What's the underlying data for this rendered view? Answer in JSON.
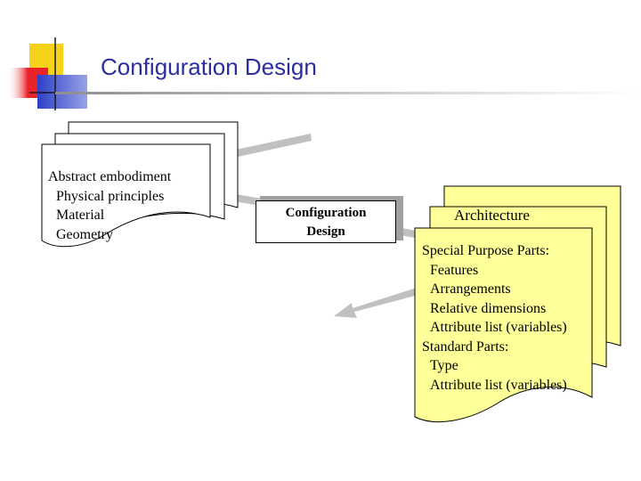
{
  "title": "Configuration Design",
  "colors": {
    "title": "#2b2f9e",
    "doc_fill_right": "#ffff99",
    "arrow": "#c0c0c0",
    "logo_yellow": "#f5d31a",
    "logo_red": "#e8232a",
    "logo_blue": "#2d3fc8"
  },
  "input_doc": {
    "heading": "Abstract embodiment",
    "items": [
      "Physical principles",
      "Material",
      "Geometry"
    ]
  },
  "process_box": {
    "line1": "Configuration",
    "line2": "Design"
  },
  "output_doc": {
    "back_label": "Architecture",
    "special_heading": "Special Purpose Parts:",
    "special_items": [
      "Features",
      "Arrangements",
      "Relative dimensions",
      "Attribute list (variables)"
    ],
    "standard_heading": "Standard Parts:",
    "standard_items": [
      "Type",
      "Attribute list (variables)"
    ]
  },
  "icons": [
    "logo-squares-icon",
    "input-arrow-icon",
    "output-arrow-icon"
  ]
}
